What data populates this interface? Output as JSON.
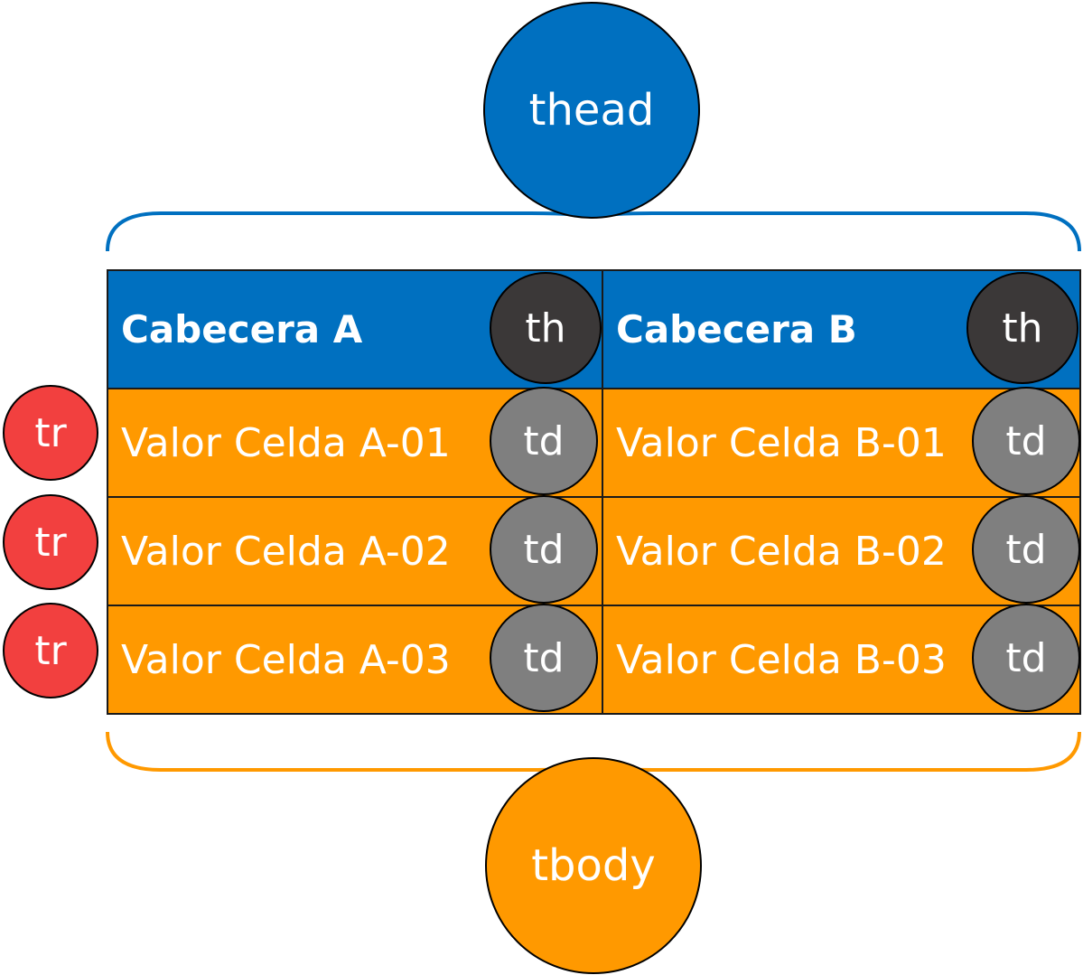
{
  "labels": {
    "thead": "thead",
    "tbody": "tbody",
    "th": "th",
    "td": "td",
    "tr": "tr"
  },
  "table": {
    "headers": [
      "Cabecera A",
      "Cabecera B"
    ],
    "rows": [
      [
        "Valor Celda A-01",
        "Valor Celda B-01"
      ],
      [
        "Valor Celda A-02",
        "Valor Celda B-02"
      ],
      [
        "Valor Celda A-03",
        "Valor Celda B-03"
      ]
    ]
  },
  "colors": {
    "thead_blue": "#0070c0",
    "tbody_orange": "#ff9900",
    "th_dark": "#3b3838",
    "td_gray": "#7f7f7f",
    "tr_red": "#f2403f"
  }
}
